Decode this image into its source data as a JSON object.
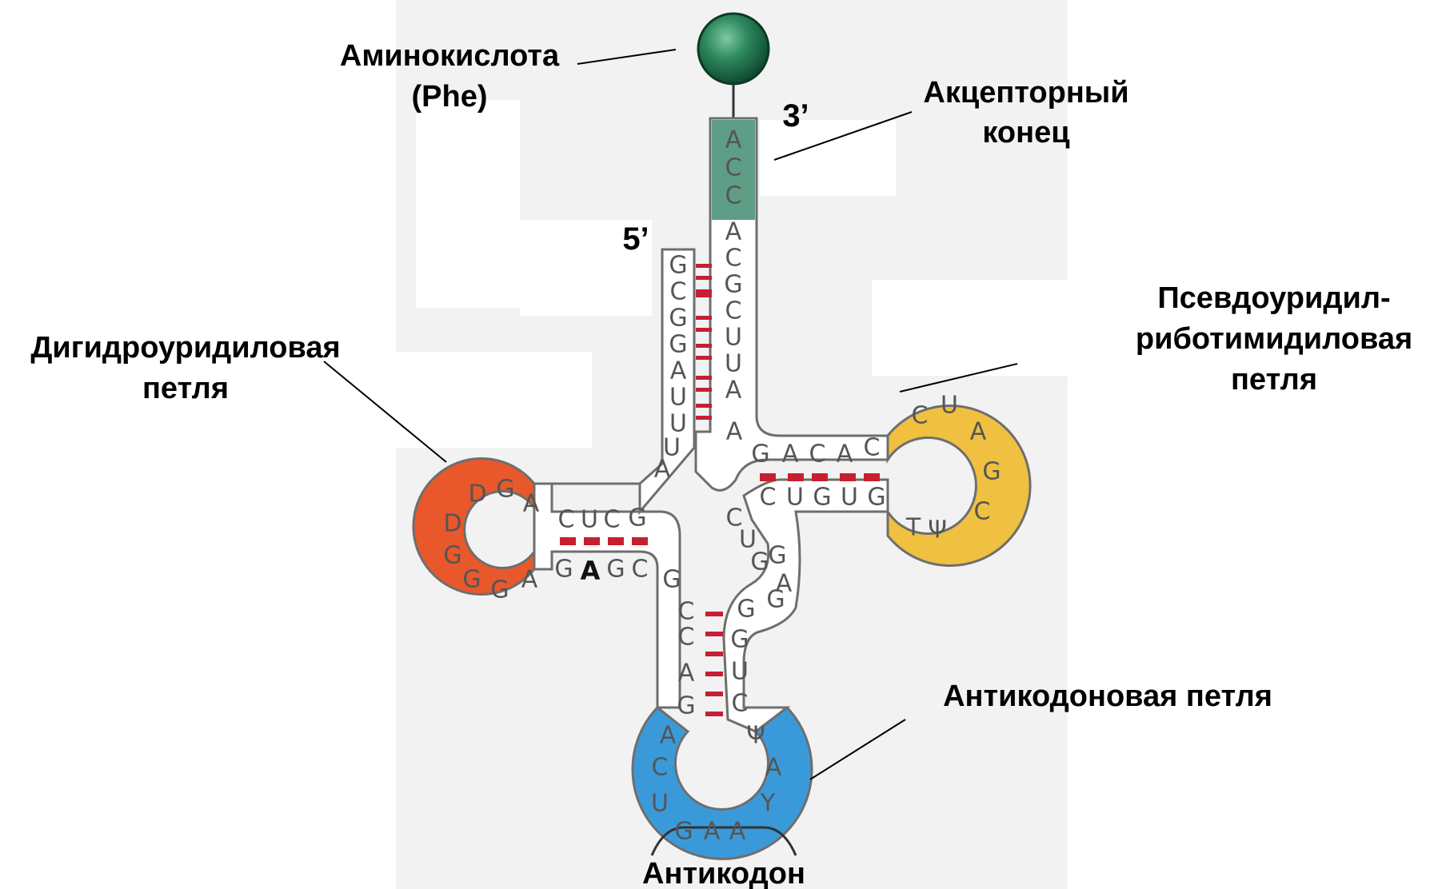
{
  "labels": {
    "amino_acid": [
      "Аминокислота",
      "(Phe)"
    ],
    "acceptor_end": [
      "Акцепторный",
      "конец"
    ],
    "three_prime": "3’",
    "five_prime": "5’",
    "d_loop": [
      "Дигидроуридиловая",
      "петля"
    ],
    "t_loop": [
      "Псевдоуридил-",
      "риботимидиловая",
      "петля"
    ],
    "anticodon_loop": "Антикодоновая петля",
    "anticodon": "Антикодон"
  },
  "sequences": {
    "acceptor_3prime_tail": [
      "A",
      "C",
      "C"
    ],
    "acceptor_3prime_strand": [
      "A",
      "C",
      "G",
      "C",
      "U",
      "U",
      "A"
    ],
    "acceptor_5prime_strand": [
      "G",
      "C",
      "G",
      "G",
      "A",
      "U",
      "U",
      "U"
    ],
    "connector_5prime": [
      "A"
    ],
    "t_arm_top": [
      "A",
      "G",
      "A",
      "C",
      "A",
      "C"
    ],
    "t_arm_bottom": [
      "C",
      "U",
      "G",
      "U",
      "G"
    ],
    "t_loop": [
      "C",
      "U",
      "A",
      "G",
      "C",
      "Ψ",
      "T"
    ],
    "variable_region": [
      "C",
      "U",
      "G",
      "G",
      "A",
      "G"
    ],
    "d_arm_top": [
      "C",
      "U",
      "C",
      "G"
    ],
    "d_arm_bottom": [
      "G",
      "A",
      "G",
      "C"
    ],
    "d_loop": [
      "A",
      "G",
      "D",
      "D",
      "G",
      "G",
      "G",
      "A"
    ],
    "anticodon_stem_left": [
      "G",
      "C",
      "C",
      "A",
      "G"
    ],
    "anticodon_stem_right": [
      "G",
      "G",
      "U",
      "C"
    ],
    "anticodon_loop": [
      "A",
      "C",
      "U",
      "G",
      "A",
      "A",
      "Y",
      "A",
      "Ψ"
    ],
    "anticodon_triplet": [
      "G",
      "A",
      "A"
    ]
  },
  "colors": {
    "amino_acid_ball": "#1f6b4a",
    "acceptor_cca": "#5f9e86",
    "d_loop": "#e8582a",
    "t_loop": "#f0c040",
    "anticodon_loop": "#3a9ad9",
    "base_pair": "#c81e32",
    "strand_outline": "#6e6e6e"
  }
}
